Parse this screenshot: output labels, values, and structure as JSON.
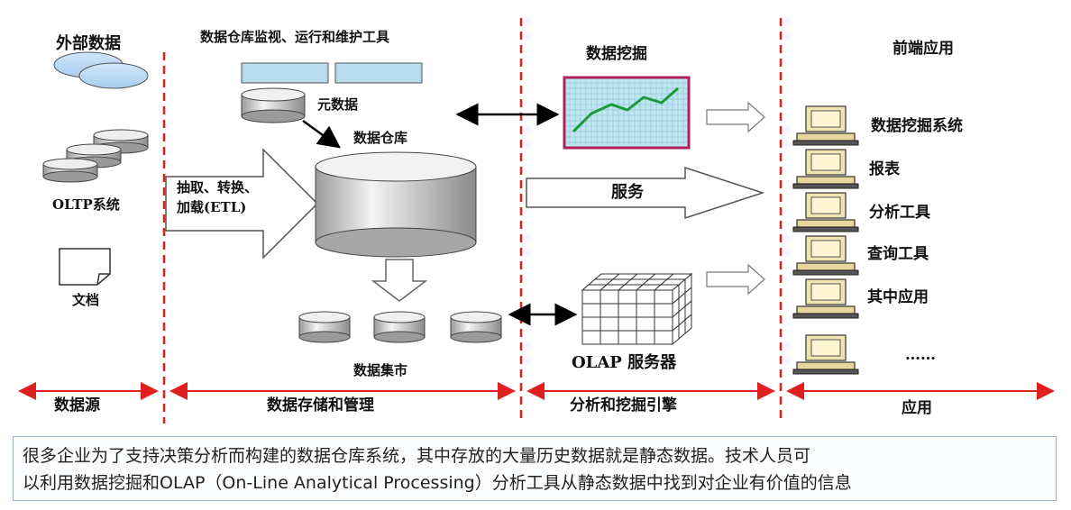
{
  "sections": {
    "external_data": "外部数据",
    "oltp": "OLTP系统",
    "document": "文档",
    "monitor_tools": "数据仓库监视、运行和维护工具",
    "metadata": "元数据",
    "warehouse": "数据仓库",
    "etl_line1": "抽取、转换、",
    "etl_line2": "加载(ETL)",
    "data_marts": "数据集市",
    "data_mining": "数据挖掘",
    "service": "服务",
    "olap_server": "OLAP 服务器",
    "frontend": "前端应用"
  },
  "frontend_apps": [
    "数据挖掘系统",
    "报表",
    "分析工具",
    "查询工具",
    "其中应用",
    "……"
  ],
  "bottom_bands": [
    "数据源",
    "数据存储和管理",
    "分析和挖掘引擎",
    "应用"
  ],
  "caption": {
    "line1": "很多企业为了支持决策分析而构建的数据仓库系统，其中存放的大量历史数据就是静态数据。技术人员可",
    "line2": "以利用数据挖掘和OLAP（On-Line Analytical Processing）分析工具从静态数据中找到对企业有价值的信息"
  },
  "colors": {
    "divider": "#e02020",
    "band_arrow": "#e02020",
    "chart_bg": "#bfe6ef",
    "chart_line": "#1a9a3a",
    "chart_frame": "#b0205a"
  }
}
